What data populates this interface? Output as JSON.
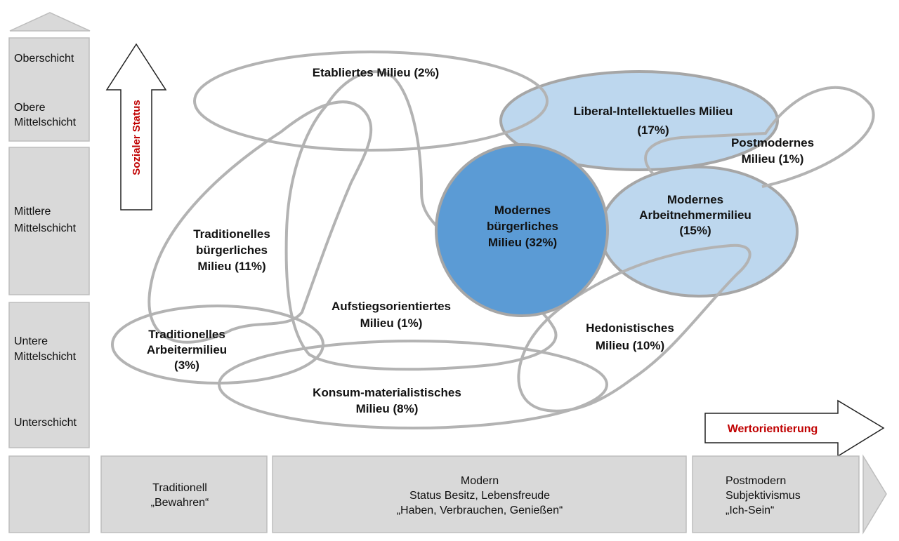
{
  "social_strata": [
    "Oberschicht",
    "Obere Mittelschicht",
    "Mittlere Mittelschicht",
    "Untere Mittelschicht",
    "Unterschicht"
  ],
  "axes": {
    "vertical_label": "Sozialer Status",
    "horizontal_label": "Wertorientierung",
    "accent_color": "#c00000"
  },
  "value_orientations": [
    {
      "lines": [
        "Traditionell",
        "„Bewahren“"
      ]
    },
    {
      "lines": [
        "Modern",
        "Status Besitz, Lebensfreude",
        "„Haben, Verbrauchen, Genießen“"
      ]
    },
    {
      "lines": [
        "Postmodern",
        "Subjektivismus",
        "„Ich-Sein“"
      ]
    }
  ],
  "milieus": [
    {
      "id": "etabliert",
      "lines": [
        "Etabliertes Milieu (2%)"
      ]
    },
    {
      "id": "liberal",
      "lines": [
        "Liberal-Intellektuelles Milieu",
        "(17%)"
      ],
      "fill": "#bdd7ee"
    },
    {
      "id": "postmodern",
      "lines": [
        "Postmodernes",
        "Milieu (1%)"
      ]
    },
    {
      "id": "modern-buergerlich",
      "lines": [
        "Modernes",
        "bürgerliches",
        "Milieu (32%)"
      ],
      "fill": "#5b9bd5"
    },
    {
      "id": "modern-arbeitnehmer",
      "lines": [
        "Modernes",
        "Arbeitnehmermilieu",
        "(15%)"
      ],
      "fill": "#bdd7ee"
    },
    {
      "id": "trad-buergerlich",
      "lines": [
        "Traditionelles",
        "bürgerliches",
        "Milieu  (11%)"
      ]
    },
    {
      "id": "aufstieg",
      "lines": [
        "Aufstiegsorientiertes",
        "Milieu (1%)"
      ]
    },
    {
      "id": "trad-arbeiter",
      "lines": [
        "Traditionelles",
        "Arbeitermilieu",
        "(3%)"
      ]
    },
    {
      "id": "hedonist",
      "lines": [
        "Hedonistisches",
        "Milieu (10%)"
      ]
    },
    {
      "id": "konsum",
      "lines": [
        "Konsum-materialistisches",
        "Milieu (8%)"
      ]
    }
  ]
}
